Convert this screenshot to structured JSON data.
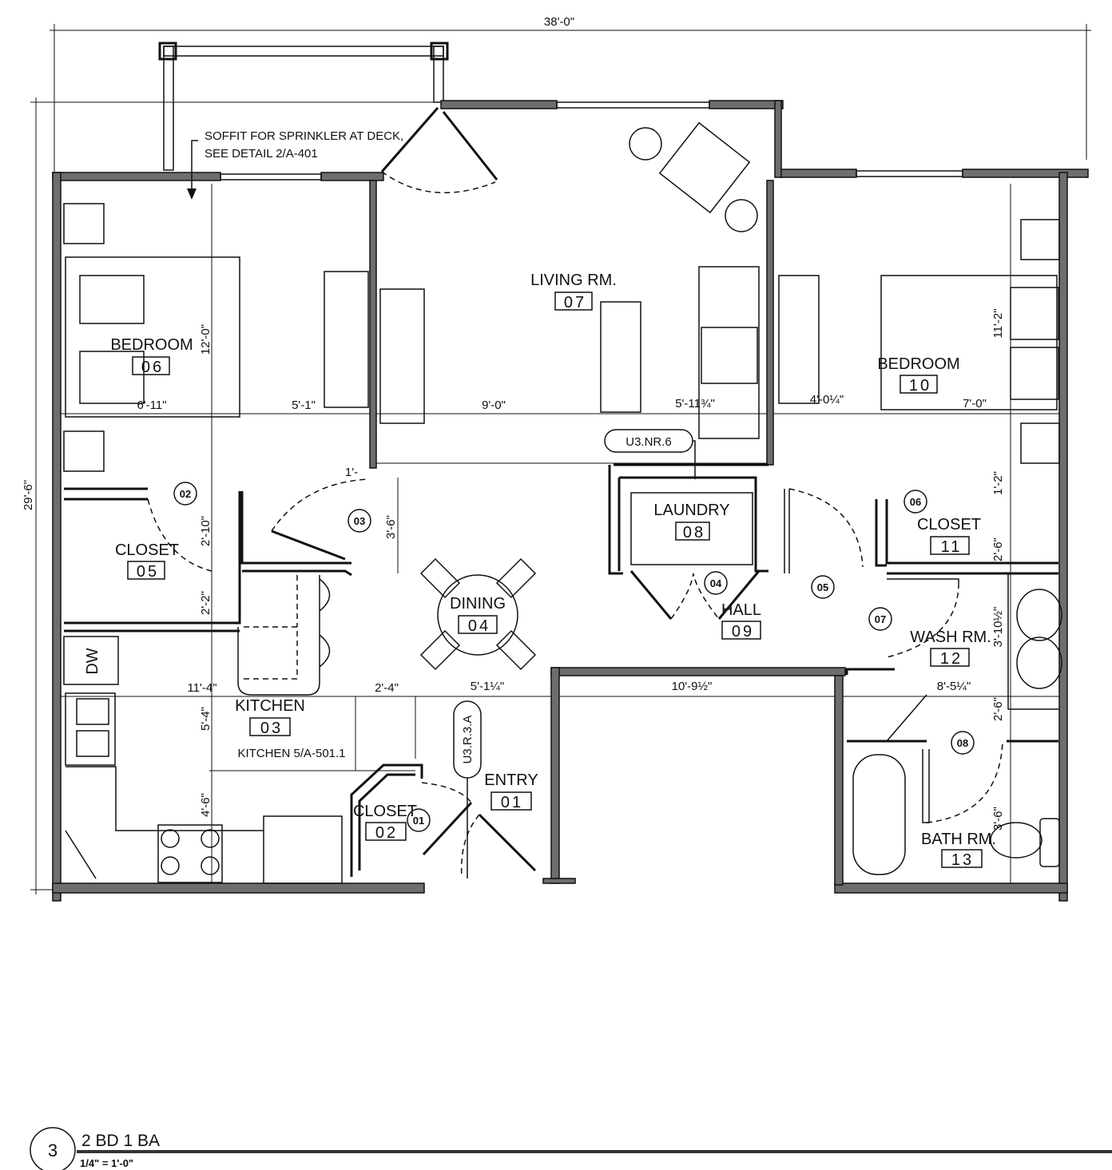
{
  "rooms": [
    {
      "name": "LIVING RM.",
      "number": "07"
    },
    {
      "name": "BEDROOM",
      "number": "06"
    },
    {
      "name": "BEDROOM",
      "number": "10"
    },
    {
      "name": "CLOSET",
      "number": "05"
    },
    {
      "name": "LAUNDRY",
      "number": "08"
    },
    {
      "name": "HALL",
      "number": "09"
    },
    {
      "name": "CLOSET",
      "number": "11"
    },
    {
      "name": "WASH RM.",
      "number": "12"
    },
    {
      "name": "DINING",
      "number": "04"
    },
    {
      "name": "KITCHEN",
      "number": "03"
    },
    {
      "name": "CLOSET",
      "number": "02"
    },
    {
      "name": "ENTRY",
      "number": "01"
    },
    {
      "name": "BATH RM.",
      "number": "13"
    }
  ],
  "door_tags": [
    "02",
    "03",
    "04",
    "05",
    "06",
    "07",
    "08",
    "01"
  ],
  "dimensions": {
    "overall_width": "38'-0\"",
    "overall_depth": "29'-6\"",
    "horizontal": [
      "6'-11\"",
      "5'-1\"",
      "9'-0\"",
      "5'-11¾\"",
      "4'-0¼\"",
      "7'-0\"",
      "11'-4\"",
      "2'-4\"",
      "5'-1¼\"",
      "10'-9½\"",
      "8'-5¼\"",
      "1'-"
    ],
    "vertical": [
      "12'-0\"",
      "11'-2\"",
      "2'-10\"",
      "2'-2\"",
      "3'-6\"",
      "5'-4\"",
      "4'-6\"",
      "1'-2\"",
      "2'-6\"",
      "3'-10½\"",
      "2'-6\"",
      "3'-6\""
    ]
  },
  "notes": {
    "soffit_line1": "SOFFIT FOR SPRINKLER AT DECK,",
    "soffit_line2": "SEE DETAIL 2/A-401",
    "kitchen_ref": "KITCHEN 5/A-501.1",
    "dishwasher": "DW",
    "tag_nr": "U3.NR.6",
    "tag_r": "U3.R.3.A"
  },
  "title_block": {
    "number": "3",
    "title": "2 BD 1 BA",
    "scale": "1/4\" = 1'-0\""
  }
}
